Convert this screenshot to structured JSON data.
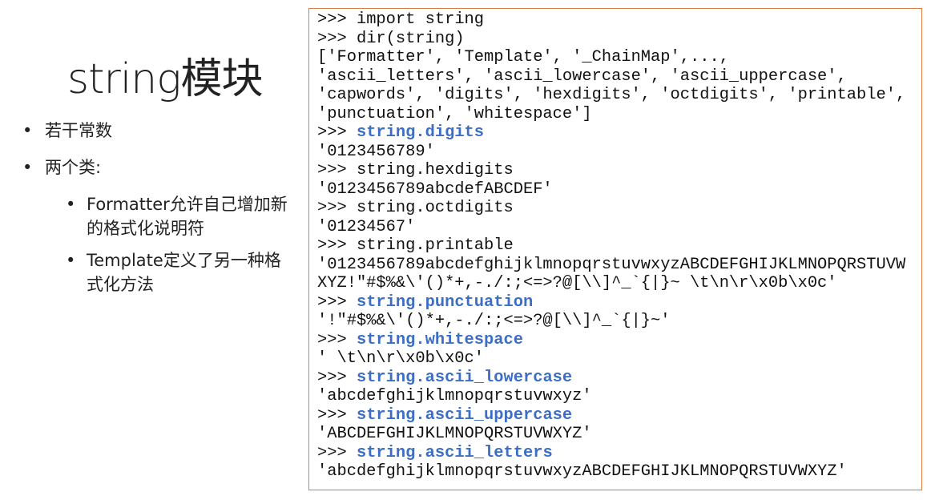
{
  "slide": {
    "title": "string模块",
    "bullets": [
      "若干常数",
      "两个类:"
    ],
    "sub_bullets": [
      "Formatter允许自己增加新的格式化说明符",
      "Template定义了另一种格式化方法"
    ]
  },
  "code": {
    "accent_color": "#3b6ec4",
    "border_color": "#e07b45",
    "lines": [
      {
        "prompt": ">>> ",
        "text": "import string",
        "highlight": false
      },
      {
        "prompt": ">>> ",
        "text": "dir(string)",
        "highlight": false
      },
      {
        "prompt": "",
        "text": "['Formatter', 'Template', '_ChainMap',...,",
        "highlight": false
      },
      {
        "prompt": "",
        "text": "'ascii_letters', 'ascii_lowercase', 'ascii_uppercase',",
        "highlight": false
      },
      {
        "prompt": "",
        "text": "'capwords', 'digits', 'hexdigits', 'octdigits', 'printable',",
        "highlight": false
      },
      {
        "prompt": "",
        "text": "'punctuation', 'whitespace']",
        "highlight": false
      },
      {
        "prompt": ">>> ",
        "text": "string.digits",
        "highlight": true
      },
      {
        "prompt": "",
        "text": "'0123456789'",
        "highlight": false
      },
      {
        "prompt": ">>> ",
        "text": "string.hexdigits",
        "highlight": false
      },
      {
        "prompt": "",
        "text": "'0123456789abcdefABCDEF'",
        "highlight": false
      },
      {
        "prompt": ">>> ",
        "text": "string.octdigits",
        "highlight": false
      },
      {
        "prompt": "",
        "text": "'01234567'",
        "highlight": false
      },
      {
        "prompt": ">>> ",
        "text": "string.printable",
        "highlight": false
      },
      {
        "prompt": "",
        "text": "'0123456789abcdefghijklmnopqrstuvwxyzABCDEFGHIJKLMNOPQRSTUVW",
        "highlight": false
      },
      {
        "prompt": "",
        "text": "XYZ!\"#$%&\\'()*+,-./:;<=>?@[\\\\]^_`{|}~ \\t\\n\\r\\x0b\\x0c'",
        "highlight": false
      },
      {
        "prompt": ">>> ",
        "text": "string.punctuation",
        "highlight": true
      },
      {
        "prompt": "",
        "text": "'!\"#$%&\\'()*+,-./:;<=>?@[\\\\]^_`{|}~'",
        "highlight": false
      },
      {
        "prompt": ">>> ",
        "text": "string.whitespace",
        "highlight": true
      },
      {
        "prompt": "",
        "text": "' \\t\\n\\r\\x0b\\x0c'",
        "highlight": false
      },
      {
        "prompt": ">>> ",
        "text": "string.ascii_lowercase",
        "highlight": true
      },
      {
        "prompt": "",
        "text": "'abcdefghijklmnopqrstuvwxyz'",
        "highlight": false
      },
      {
        "prompt": ">>> ",
        "text": "string.ascii_uppercase",
        "highlight": true
      },
      {
        "prompt": "",
        "text": "'ABCDEFGHIJKLMNOPQRSTUVWXYZ'",
        "highlight": false
      },
      {
        "prompt": ">>> ",
        "text": "string.ascii_letters",
        "highlight": true
      },
      {
        "prompt": "",
        "text": "'abcdefghijklmnopqrstuvwxyzABCDEFGHIJKLMNOPQRSTUVWXYZ'",
        "highlight": false
      }
    ]
  }
}
